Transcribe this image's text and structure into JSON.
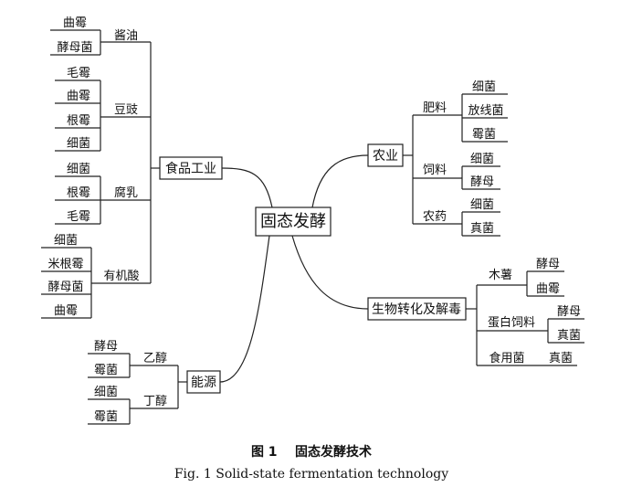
{
  "center": "固态发酵",
  "food": "食品工业",
  "soy_sauce": "酱油",
  "soy_sauce_items": [
    "曲霉",
    "酵母菌"
  ],
  "douchi": "豆豉",
  "douchi_items": [
    "毛霉",
    "曲霉",
    "根霉",
    "细菌"
  ],
  "furu": "腐乳",
  "furu_items": [
    "细菌",
    "根霉",
    "毛霉"
  ],
  "acid": "有机酸",
  "acid_items": [
    "细菌",
    "米根霉",
    "酵母菌",
    "曲霉"
  ],
  "agri": "农业",
  "fertilizer": "肥料",
  "fertilizer_items": [
    "细菌",
    "放线菌",
    "霉菌"
  ],
  "feed": "饲料",
  "feed_items": [
    "细菌",
    "酵母"
  ],
  "pesticide": "农药",
  "pesticide_items": [
    "细菌",
    "真菌"
  ],
  "bio": "生物转化及解毒",
  "cassava": "木薯",
  "cassava_items": [
    "酵母",
    "曲霉"
  ],
  "protein_feed": "蛋白饲料",
  "protein_feed_items": [
    "酵母",
    "真菌"
  ],
  "mushroom": "食用菌",
  "mushroom_item": "真菌",
  "energy": "能源",
  "ethanol": "乙醇",
  "ethanol_items": [
    "酵母",
    "霉菌"
  ],
  "butanol": "丁醇",
  "butanol_items": [
    "细菌",
    "霉菌"
  ],
  "caption_cn": "图 1    固态发酵技术",
  "caption_en": "Fig. 1 Solid-state fermentation technology"
}
